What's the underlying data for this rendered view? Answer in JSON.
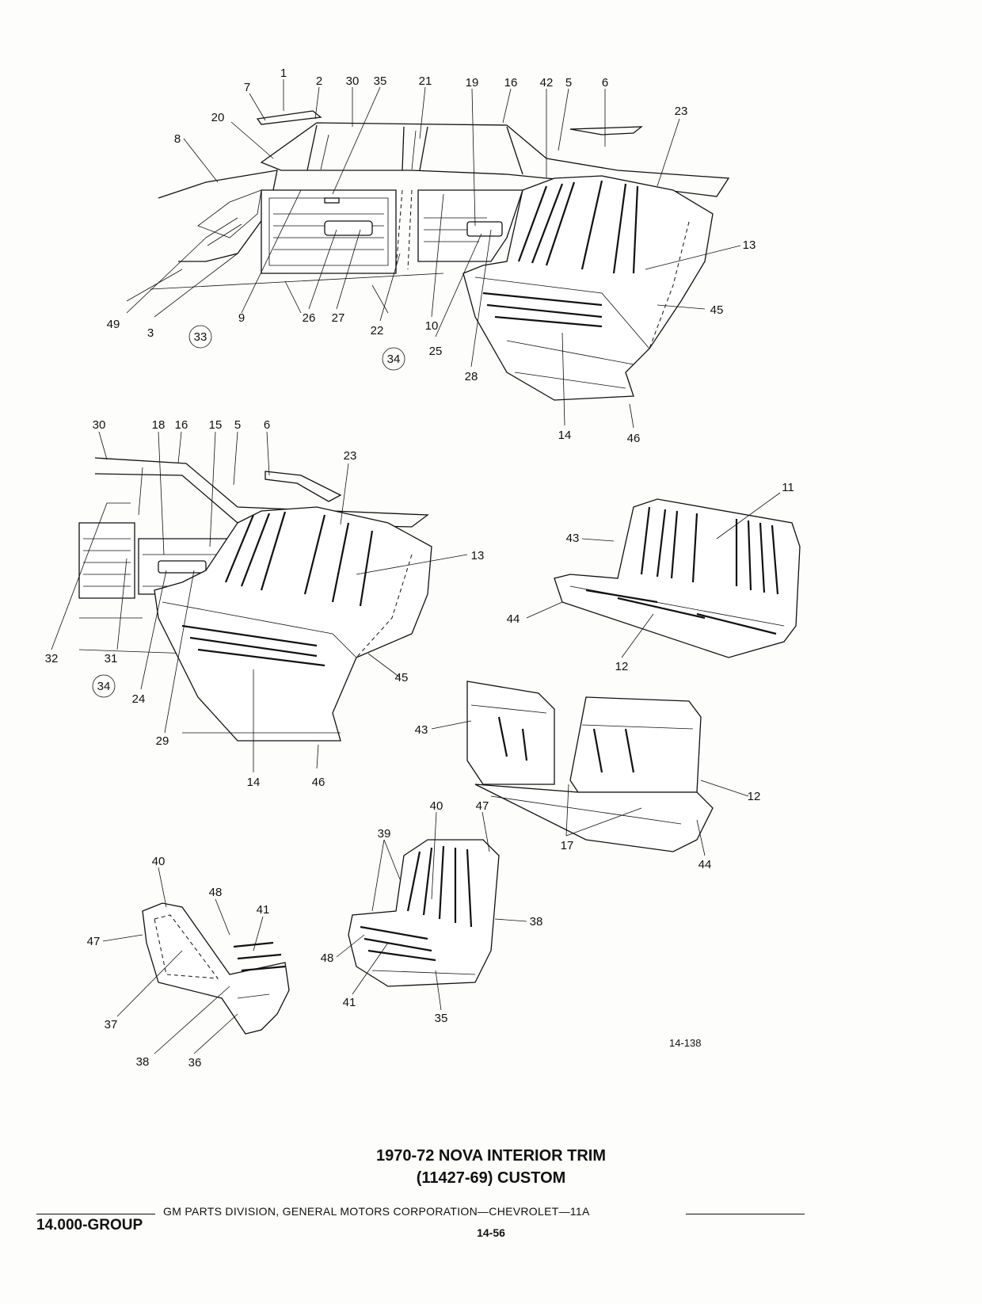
{
  "document": {
    "title_line1": "1970-72 NOVA INTERIOR TRIM",
    "title_line2": "(11427-69) CUSTOM",
    "footer_text": "GM PARTS DIVISION,  GENERAL MOTORS CORPORATION—CHEVROLET—11A",
    "group_label": "14.000-GROUP",
    "page_number": "14-56",
    "figure_id": "14-138"
  },
  "callouts": {
    "top": [
      "1",
      "2",
      "30",
      "35",
      "21",
      "19",
      "16",
      "42",
      "5",
      "6",
      "7",
      "20",
      "8",
      "23",
      "13",
      "45",
      "49",
      "3",
      "33",
      "9",
      "26",
      "27",
      "22",
      "34",
      "10",
      "25",
      "28",
      "14",
      "46"
    ],
    "middle": [
      "30",
      "18",
      "16",
      "15",
      "5",
      "6",
      "23",
      "13",
      "45",
      "32",
      "31",
      "34",
      "24",
      "29",
      "14",
      "46"
    ],
    "right_bench": [
      "11",
      "43",
      "44",
      "12"
    ],
    "right_split": [
      "43",
      "12",
      "17",
      "44"
    ],
    "bucket_left": [
      "40",
      "48",
      "41",
      "47",
      "37",
      "38",
      "36"
    ],
    "bucket_right": [
      "40",
      "47",
      "39",
      "38",
      "48",
      "41",
      "35"
    ]
  }
}
